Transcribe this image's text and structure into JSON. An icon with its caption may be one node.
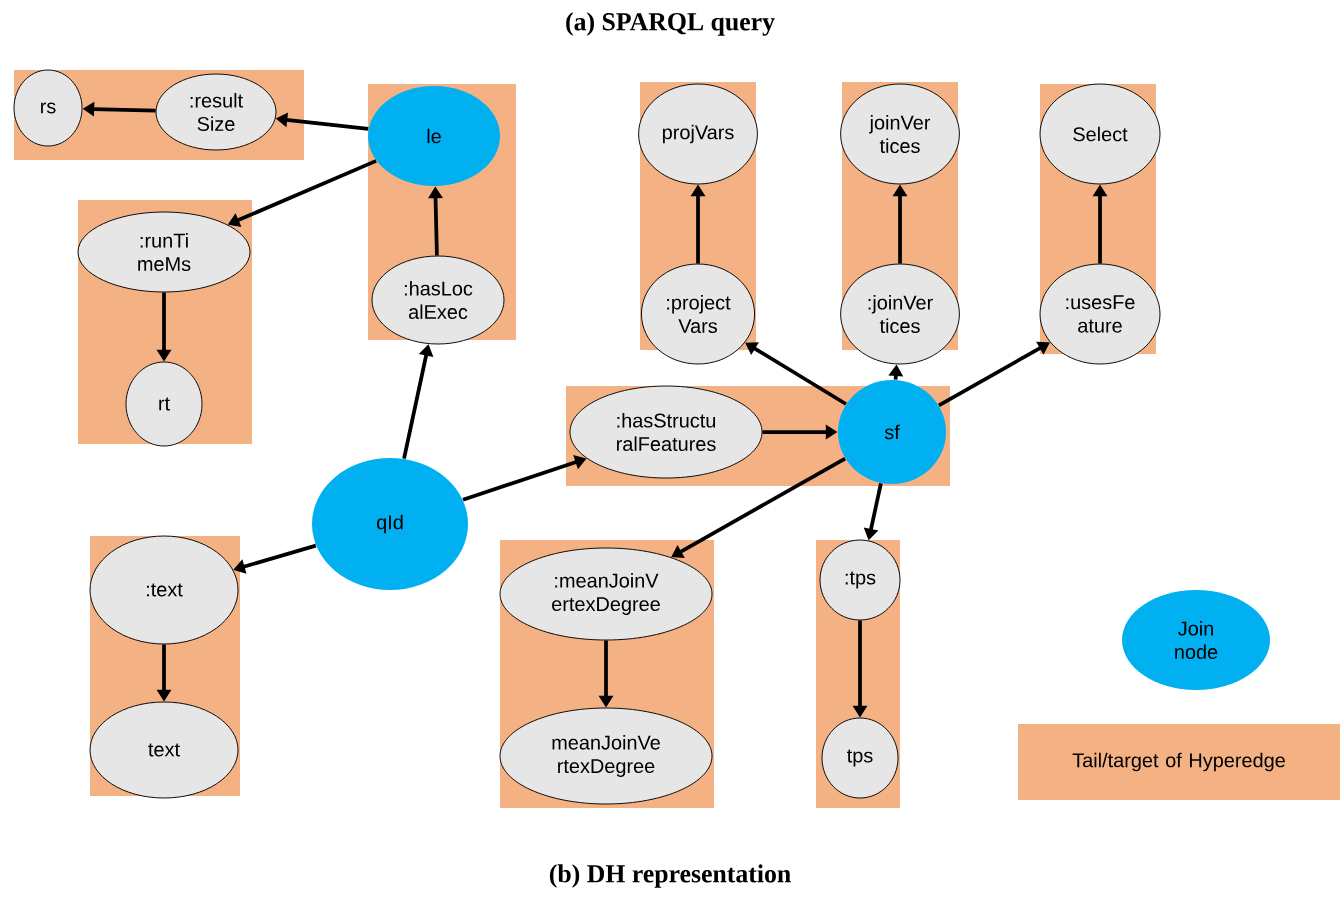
{
  "diagram": {
    "title": "(a) SPARQL query",
    "caption": "(b) DH representation",
    "nodes": [
      {
        "text": [],
        "shape": "box"
      },
      {
        "text": [
          "rs"
        ],
        "in": 0
      },
      {
        "text": [
          ":result Size"
        ],
        "in": 0
      },
      {
        "text": [],
        "shape": "box"
      },
      {
        "text": [
          "le"
        ],
        "in": 3
      },
      {
        "text": [
          ":hasLoc alExec"
        ],
        "in": 3
      },
      {
        "text": [],
        "shape": "box"
      },
      {
        "text": [
          ":runTi meMs"
        ],
        "in": 6
      },
      {
        "text": [
          "rt"
        ],
        "in": 6
      },
      {
        "text": [],
        "shape": "box"
      },
      {
        "text": [
          "projVars"
        ],
        "in": 9
      },
      {
        "text": [
          ":project Vars"
        ],
        "in": 9
      },
      {
        "text": [],
        "shape": "box"
      },
      {
        "text": [
          "joinVer tices"
        ],
        "in": 12
      },
      {
        "text": [
          ":joinVer tices"
        ],
        "in": 12
      },
      {
        "text": [],
        "shape": "box"
      },
      {
        "text": [
          "Select"
        ],
        "in": 15
      },
      {
        "text": [
          ":usesFe ature"
        ],
        "in": 15
      },
      {
        "text": [],
        "shape": "box"
      },
      {
        "text": [
          ":hasStructu ralFeatures"
        ],
        "in": 18
      },
      {
        "text": [
          "sf"
        ],
        "in": 18
      },
      {
        "text": [
          "qId"
        ]
      },
      {
        "text": [],
        "shape": "box"
      },
      {
        "text": [
          ":text"
        ],
        "in": 22
      },
      {
        "text": [
          "text"
        ],
        "in": 22
      },
      {
        "text": [],
        "shape": "box"
      },
      {
        "text": [
          ":meanJoinV ertexDegree"
        ],
        "in": 25
      },
      {
        "text": [
          "meanJoinVe rtexDegree"
        ],
        "in": 25
      },
      {
        "text": [],
        "shape": "box"
      },
      {
        "text": [
          ":tps"
        ],
        "in": 28
      },
      {
        "text": [
          "tps"
        ],
        "in": 28
      }
    ],
    "edges": [
      {
        "from": 2,
        "to": 1,
        "arrow": "to"
      },
      {
        "from": 4,
        "to": 2,
        "arrow": "to"
      },
      {
        "from": 4,
        "to": 7,
        "arrow": "to"
      },
      {
        "from": 5,
        "to": 4,
        "arrow": "to"
      },
      {
        "from": 7,
        "to": 8,
        "arrow": "to"
      },
      {
        "from": 11,
        "to": 10,
        "arrow": "to"
      },
      {
        "from": 14,
        "to": 13,
        "arrow": "to"
      },
      {
        "from": 17,
        "to": 16,
        "arrow": "to"
      },
      {
        "from": 21,
        "to": 5,
        "arrow": "to"
      },
      {
        "from": 21,
        "to": 19,
        "arrow": "to"
      },
      {
        "from": 19,
        "to": 20,
        "arrow": "to"
      },
      {
        "from": 20,
        "to": 11,
        "arrow": "to"
      },
      {
        "from": 20,
        "to": 14,
        "arrow": "to"
      },
      {
        "from": 20,
        "to": 17,
        "arrow": "to"
      },
      {
        "from": 21,
        "to": 23,
        "arrow": "to"
      },
      {
        "from": 23,
        "to": 24,
        "arrow": "to"
      },
      {
        "from": 20,
        "to": 26,
        "arrow": "to"
      },
      {
        "from": 26,
        "to": 27,
        "arrow": "to"
      },
      {
        "from": 20,
        "to": 29,
        "arrow": "to"
      },
      {
        "from": 29,
        "to": 30,
        "arrow": "to"
      }
    ],
    "legend": [
      {
        "text": "Join node",
        "color": "#00b0f0"
      },
      {
        "text": "Tail/target of Hyperedge",
        "color": "#f4b183"
      }
    ]
  }
}
